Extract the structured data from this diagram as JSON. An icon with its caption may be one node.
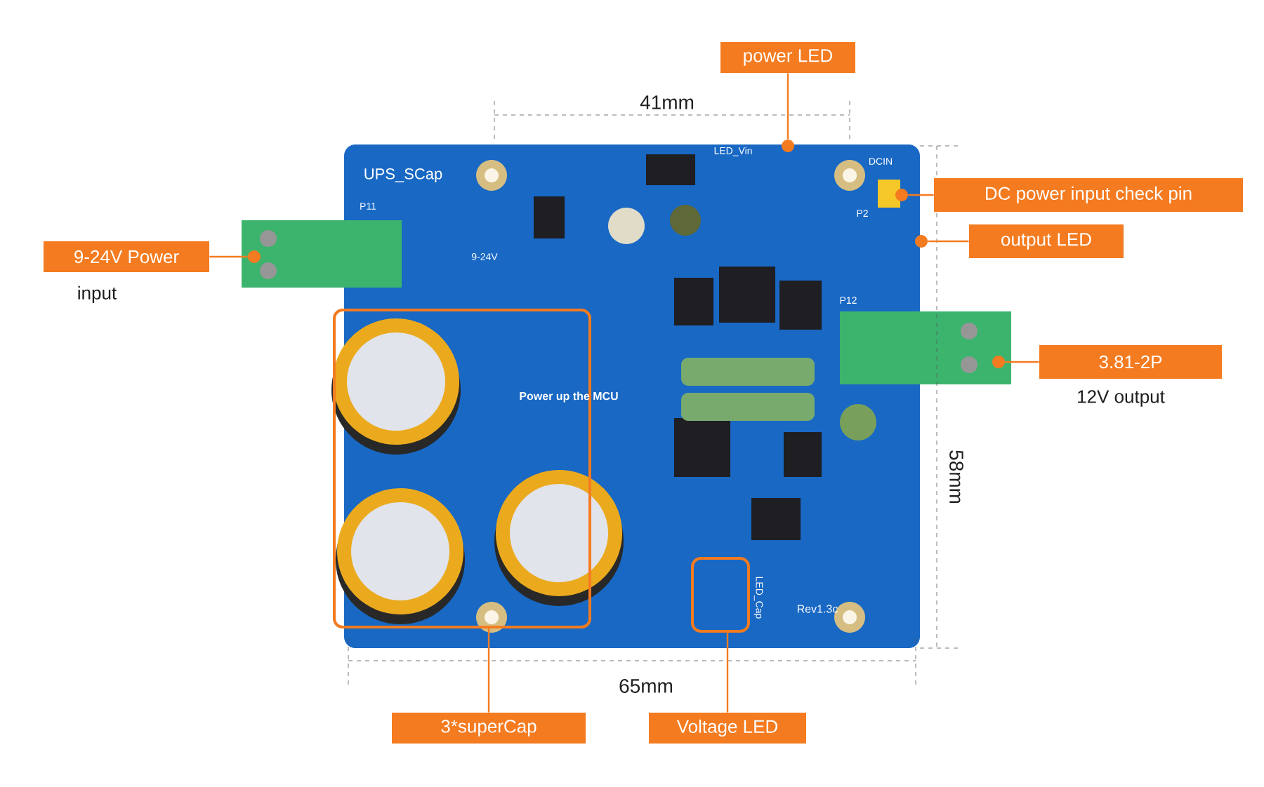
{
  "diagram": {
    "nodes": [
      {
        "text": [
          "power LED"
        ]
      },
      {
        "text": [],
        "shape": "circle"
      },
      {
        "text": [
          "DC power input check pin"
        ]
      },
      {
        "text": [],
        "shape": "circle"
      },
      {
        "text": [
          "output LED"
        ]
      },
      {
        "text": [],
        "shape": "circle"
      },
      {
        "text": [
          "9-24V Power"
        ],
        "beside": [
          "input"
        ]
      },
      {
        "text": [],
        "shape": "circle"
      },
      {
        "text": [
          "3.81-2P"
        ],
        "beside": [
          "12V output"
        ]
      },
      {
        "text": [],
        "shape": "circle"
      },
      {
        "text": [
          "3*superCap"
        ]
      },
      {
        "text": [],
        "shape": "box"
      },
      {
        "text": [
          "Voltage LED"
        ]
      },
      {
        "text": [],
        "shape": "box"
      }
    ],
    "edges": [
      {
        "from": 0,
        "to": 1,
        "arrow": "none"
      },
      {
        "from": 2,
        "to": 3,
        "arrow": "none"
      },
      {
        "from": 4,
        "to": 5,
        "arrow": "none"
      },
      {
        "from": 6,
        "to": 7,
        "arrow": "none"
      },
      {
        "from": 8,
        "to": 9,
        "arrow": "none"
      },
      {
        "from": 10,
        "to": 11,
        "arrow": "none"
      },
      {
        "from": 12,
        "to": 13,
        "arrow": "none"
      }
    ],
    "labels": [
      "41mm",
      "65mm",
      "58mm",
      "UPS_SCap",
      "P11",
      "9-24V",
      "LED_Vin",
      "DCIN",
      "P2",
      "P12",
      "Power up the MCU",
      "LED_Cap",
      "Rev1.3c"
    ]
  }
}
